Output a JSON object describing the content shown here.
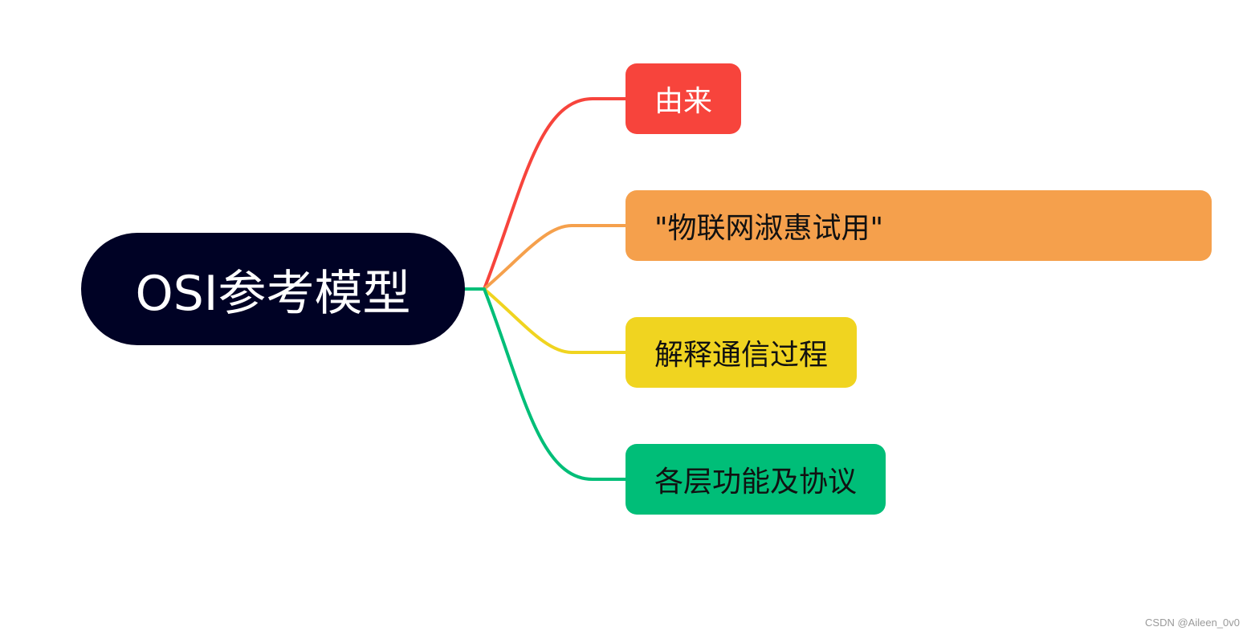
{
  "mindmap": {
    "root": {
      "label": "OSI参考模型",
      "bg": "#000225",
      "fg": "#ffffff"
    },
    "branches": [
      {
        "label": "由来",
        "bg": "#F7443C",
        "fg": "#ffffff"
      },
      {
        "label": "\"物联网淑惠试用\"",
        "bg": "#F5A04C",
        "fg": "#111111"
      },
      {
        "label": "解释通信过程",
        "bg": "#F0D420",
        "fg": "#111111"
      },
      {
        "label": "各层功能及协议",
        "bg": "#00BE78",
        "fg": "#111111"
      }
    ]
  },
  "watermark": "CSDN @Aileen_0v0"
}
